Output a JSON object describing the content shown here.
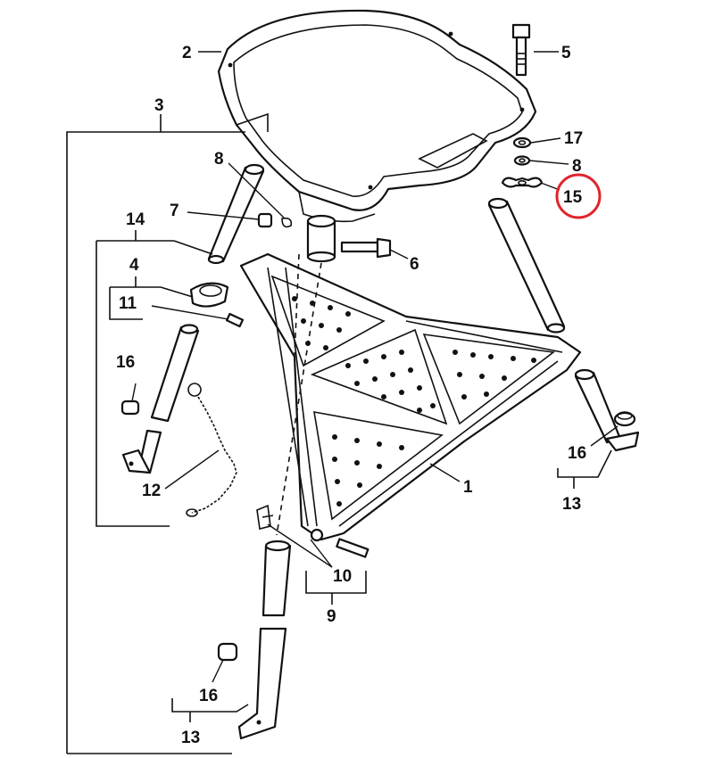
{
  "diagram": {
    "labels": {
      "p1": "1",
      "p2": "2",
      "p3": "3",
      "p4": "4",
      "p5": "5",
      "p6": "6",
      "p7": "7",
      "p8a": "8",
      "p8b": "8",
      "p9": "9",
      "p10": "10",
      "p11": "11",
      "p12": "12",
      "p13a": "13",
      "p13b": "13",
      "p14": "14",
      "p15": "15",
      "p16a": "16",
      "p16b": "16",
      "p16c": "16",
      "p17": "17"
    },
    "highlight": {
      "part": "15",
      "color": "#e0242b"
    }
  }
}
